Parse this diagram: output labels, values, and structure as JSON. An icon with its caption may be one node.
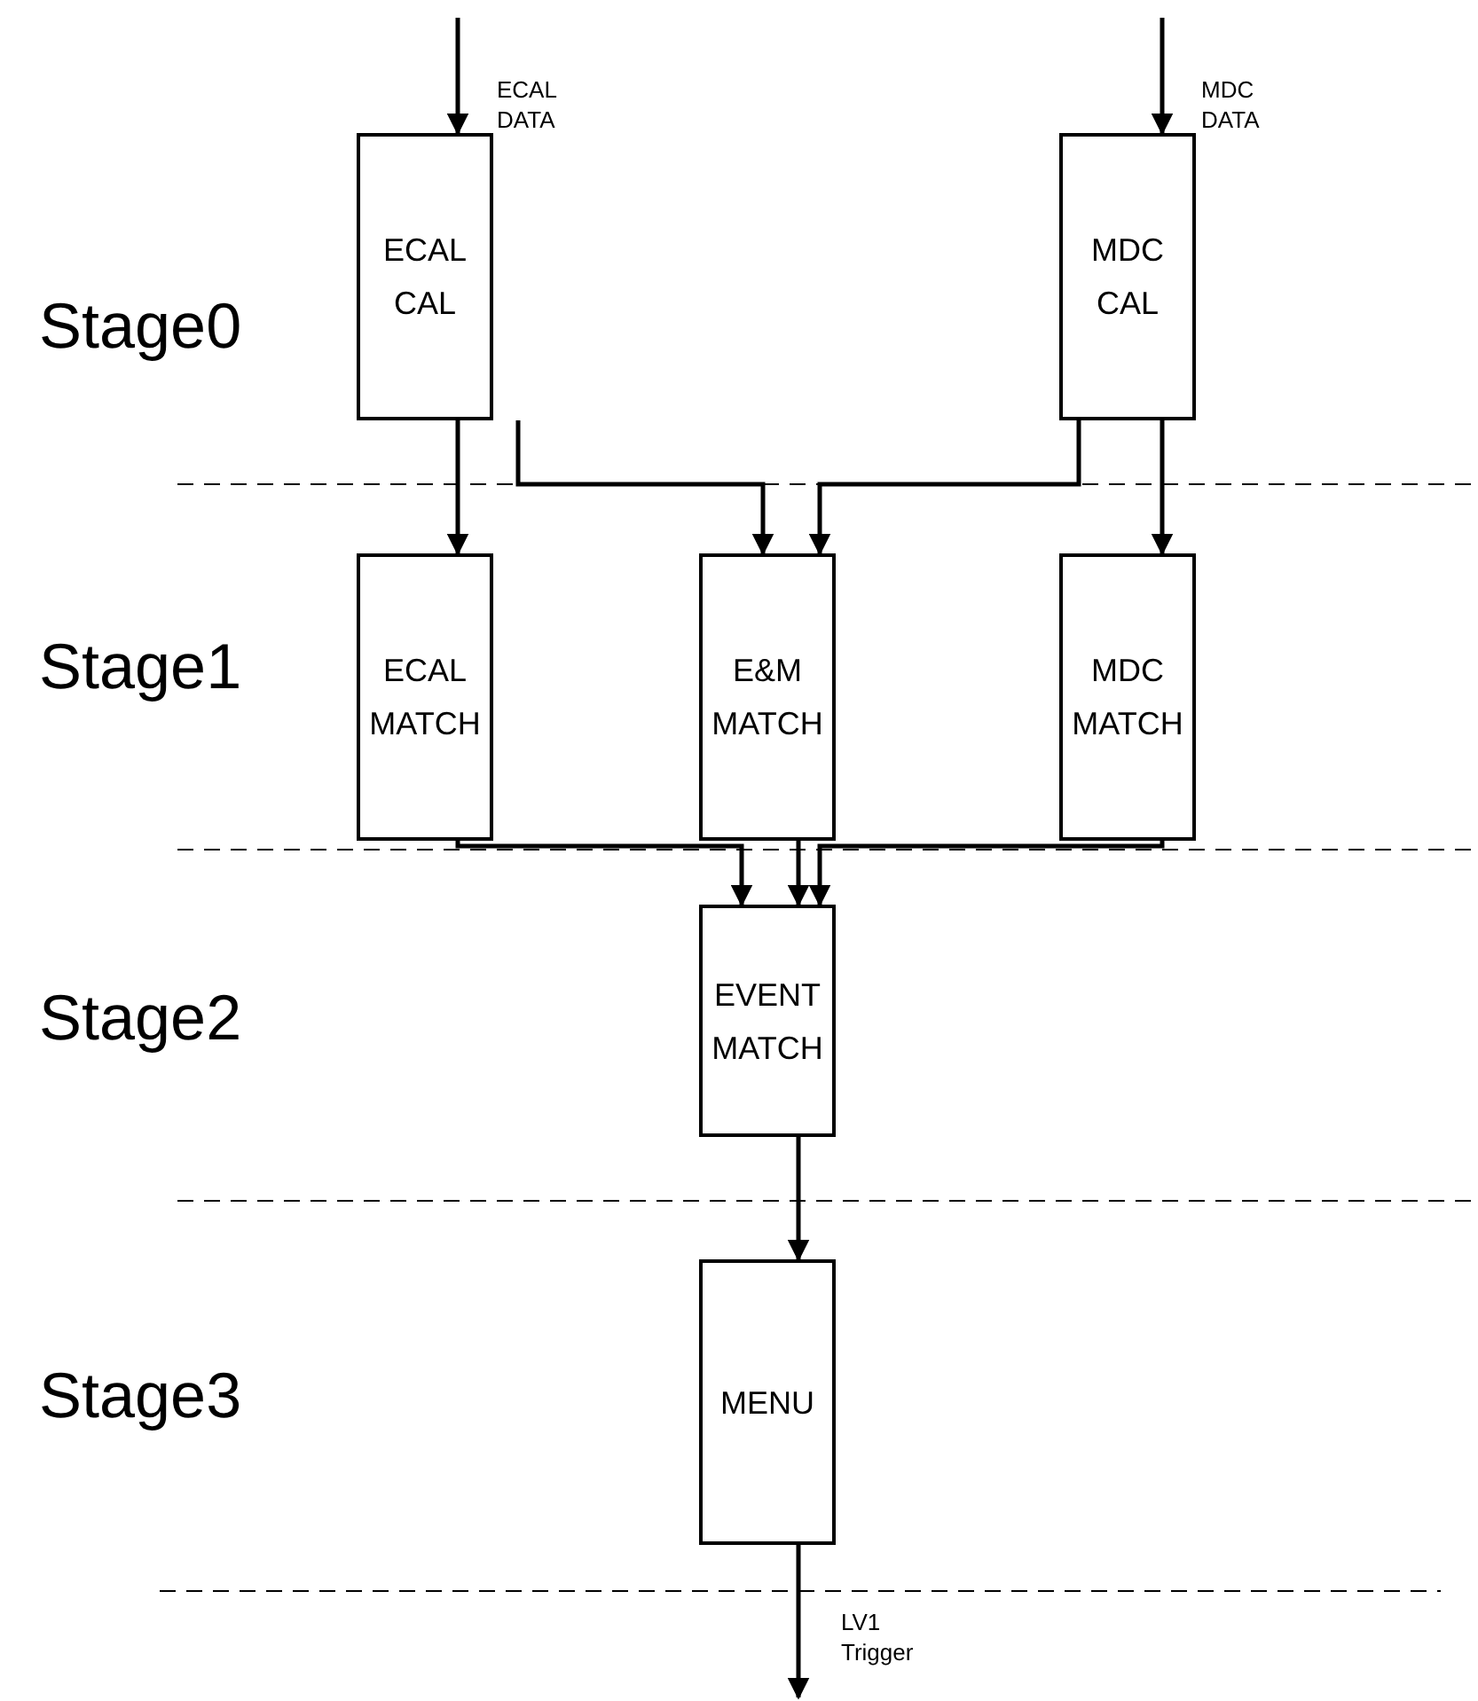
{
  "diagram": {
    "nodes": [
      {
        "text": [
          "ECAL CAL"
        ]
      },
      {
        "text": [
          "MDC CAL"
        ]
      },
      {
        "text": [
          "ECAL MATCH"
        ]
      },
      {
        "text": [
          "E&M MATCH"
        ]
      },
      {
        "text": [
          "MDC MATCH"
        ]
      },
      {
        "text": [
          "EVENT MATCH"
        ]
      },
      {
        "text": [
          "MENU"
        ]
      }
    ],
    "edges": [
      {
        "from": null,
        "to": 0,
        "arrow": "to",
        "label": "ECAL DATA"
      },
      {
        "from": null,
        "to": 1,
        "arrow": "to",
        "label": "MDC DATA"
      },
      {
        "from": 0,
        "to": 2,
        "arrow": "to"
      },
      {
        "from": 0,
        "to": 3,
        "arrow": "to"
      },
      {
        "from": 1,
        "to": 3,
        "arrow": "to"
      },
      {
        "from": 1,
        "to": 4,
        "arrow": "to"
      },
      {
        "from": 2,
        "to": 5,
        "arrow": "to"
      },
      {
        "from": 3,
        "to": 5,
        "arrow": "to"
      },
      {
        "from": 4,
        "to": 5,
        "arrow": "to"
      },
      {
        "from": 5,
        "to": 6,
        "arrow": "to"
      },
      {
        "from": 6,
        "to": null,
        "arrow": "to",
        "label": "LV1 Trigger"
      }
    ],
    "labels": [
      "Stage0",
      "Stage1",
      "Stage2",
      "Stage3"
    ]
  }
}
